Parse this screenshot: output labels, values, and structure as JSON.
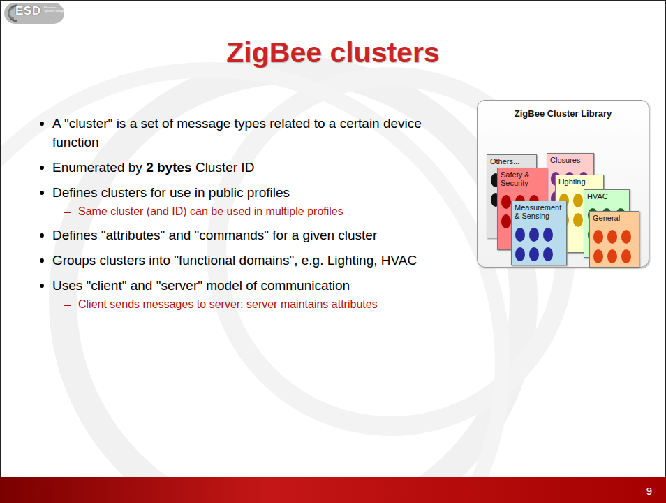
{
  "diagram": {
    "title": "ZigBee clusters",
    "nodes": [
      {
        "text": [
          "ZigBee Cluster Library"
        ]
      },
      {
        "text": [
          "Others..."
        ],
        "in": 0
      },
      {
        "text": [
          "Closures"
        ],
        "in": 0
      },
      {
        "text": [
          "Safety & Security"
        ],
        "in": 0
      },
      {
        "text": [
          "Lighting"
        ],
        "in": 0
      },
      {
        "text": [
          "HVAC"
        ],
        "in": 0
      },
      {
        "text": [
          "Measurement & Sensing"
        ],
        "in": 0
      },
      {
        "text": [
          "General"
        ],
        "in": 0
      }
    ],
    "labels": [
      "ESD",
      "Electronic Systems Design",
      "A \"cluster\" is a set of message types related to a certain device function",
      "Enumerated by",
      "2 bytes",
      "Cluster ID",
      "Defines clusters for use in public profiles",
      "Same cluster (and ID) can be used in multiple profiles",
      "Defines \"attributes\" and \"commands\" for a given cluster",
      "Groups clusters into \"functional domains\", e.g. Lighting, HVAC",
      "Uses \"client\" and \"server\" model of communication",
      "Client sends messages to server: server maintains attributes",
      "9"
    ]
  }
}
